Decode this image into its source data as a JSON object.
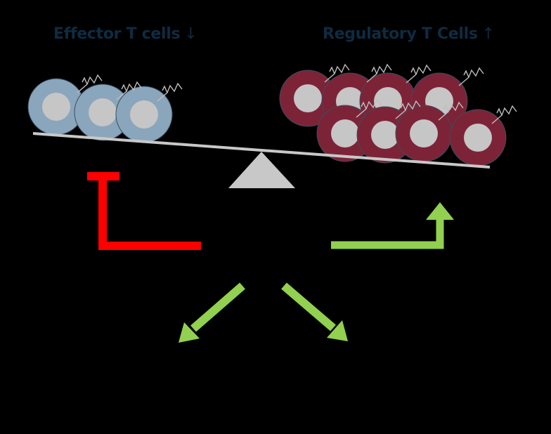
{
  "labels": {
    "effector_title": "Effector T cells",
    "effector_arrow": "↓",
    "regulatory_title": "Regulatory T Cells",
    "regulatory_arrow": "↑"
  },
  "colors": {
    "background": "#000000",
    "title_text": "#0f2b40",
    "effector_cell_outer": "#8aa6bc",
    "regulatory_cell_outer": "#7d2338",
    "cell_nucleus": "#c6c6c6",
    "cell_outline": "#3a4d5e",
    "receptor_stroke": "#bfbfbf",
    "beam": "#c8c8c8",
    "fulcrum": "#c8c8c8",
    "inhibit_arrow": "#ff0000",
    "promote_arrow": "#92d050"
  },
  "diagram": {
    "effector_cell_count": 3,
    "regulatory_cell_count": 8,
    "balance_tilt": "toward-regulatory"
  }
}
